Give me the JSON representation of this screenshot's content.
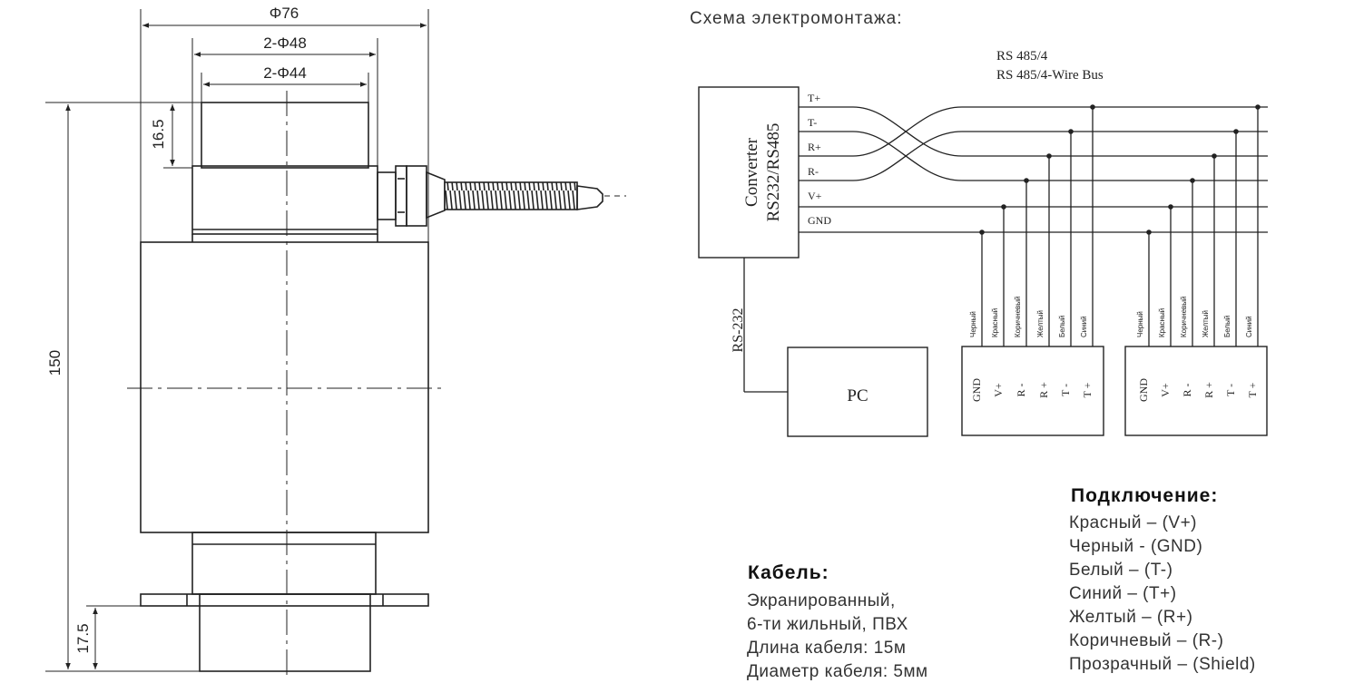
{
  "drawing": {
    "dim_outer": "Φ76",
    "dim_mid": "2-Φ48",
    "dim_inner": "2-Φ44",
    "dim_top_height": "16.5",
    "dim_total_height": "150",
    "dim_bottom_height": "17.5"
  },
  "wiring": {
    "title": "Схема электромонтажа:",
    "bus_label_1": "RS 485/4",
    "bus_label_2": "RS 485/4-Wire Bus",
    "converter_line1": "Converter",
    "converter_line2": "RS232/RS485",
    "signals": [
      "T+",
      "T-",
      "R+",
      "R-",
      "V+",
      "GND"
    ],
    "rs232_label": "RS-232",
    "pc_label": "PC",
    "wire_colors": [
      "Черный",
      "Красный",
      "Коричневый",
      "Желтый",
      "Белый",
      "Синий"
    ],
    "terminals": [
      "GND",
      "V+",
      "R -",
      "R +",
      "T -",
      "T +"
    ]
  },
  "connection": {
    "heading": "Подключение:",
    "lines": [
      "Красный – (V+)",
      "Черный - (GND)",
      "Белый – (T-)",
      "Синий – (T+)",
      "Желтый – (R+)",
      "Коричневый – (R-)",
      "Прозрачный – (Shield)"
    ]
  },
  "cable": {
    "heading": "Кабель:",
    "lines": [
      "Экранированный,",
      "6-ти жильный, ПВХ",
      "Длина кабеля: 15м",
      "Диаметр кабеля: 5мм"
    ]
  }
}
